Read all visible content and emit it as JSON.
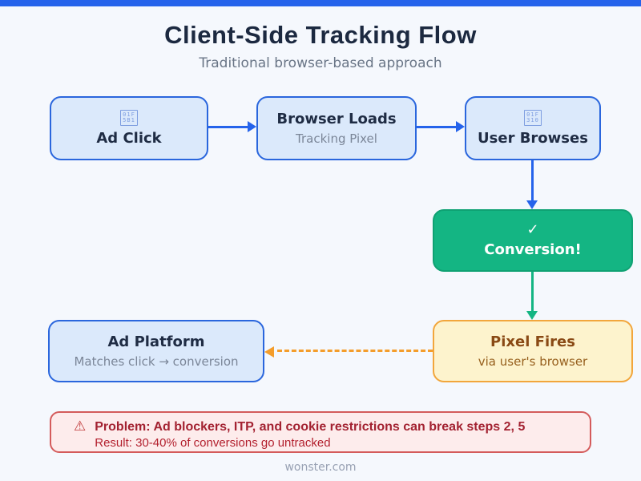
{
  "header": {
    "title": "Client-Side Tracking Flow",
    "subtitle": "Traditional browser-based approach"
  },
  "nodes": {
    "ad_click": {
      "label": "Ad Click",
      "icon": "mouse-emoji-missing-glyph-tofu",
      "icon_code_top": "01F",
      "icon_code_bottom": "5B1"
    },
    "browser_loads": {
      "label": "Browser Loads",
      "sublabel": "Tracking Pixel"
    },
    "user_browses": {
      "label": "User Browses",
      "icon": "globe-emoji-missing-glyph-tofu",
      "icon_code_top": "01F",
      "icon_code_bottom": "310"
    },
    "conversion": {
      "check": "✓",
      "label": "Conversion!"
    },
    "ad_platform": {
      "label": "Ad Platform",
      "sublabel": "Matches click → conversion"
    },
    "pixel_fires": {
      "label": "Pixel Fires",
      "sublabel": "via user's browser"
    }
  },
  "warning": {
    "icon": "⚠",
    "headline": "Problem: Ad blockers, ITP, and cookie restrictions can break steps 2, 5",
    "detail": "Result: 30-40% of conversions go untracked"
  },
  "footer": {
    "text": "wonster.com"
  },
  "colors": {
    "accent_blue": "#2563eb",
    "node_blue_fill": "#dbe9fb",
    "node_blue_border": "#2a66dd",
    "success_green": "#14b583",
    "pixel_yellow_fill": "#fdf3cd",
    "pixel_orange_border": "#f2a63c",
    "dashed_arrow_orange": "#f49d2b",
    "warning_fill": "#fdecec",
    "warning_border": "#d45b5b",
    "warning_text": "#a32231"
  }
}
